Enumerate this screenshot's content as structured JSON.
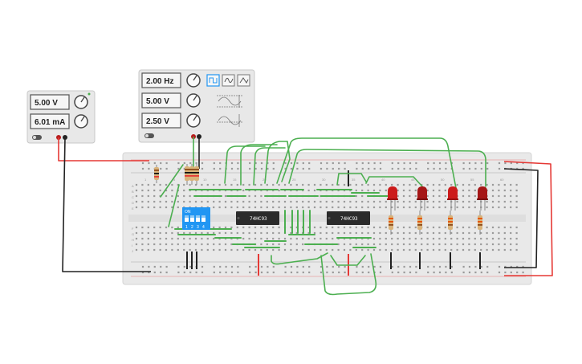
{
  "power_supply": {
    "voltage": "5.00 V",
    "current": "6.01 mA"
  },
  "function_generator": {
    "frequency": "2.00 Hz",
    "amplitude": "5.00 V",
    "offset": "2.50 V"
  },
  "dip_switch": {
    "on_label": "ON",
    "numbers": [
      "1",
      "2",
      "3",
      "4"
    ]
  },
  "chips": [
    {
      "label": "74HC93"
    },
    {
      "label": "74HC93"
    }
  ],
  "breadboard": {
    "row_labels_top": [
      "A",
      "B",
      "C",
      "D",
      "E"
    ],
    "row_labels_bottom": [
      "F",
      "G",
      "H",
      "I",
      "J"
    ],
    "column_numbers": [
      "1",
      "5",
      "10",
      "15",
      "20",
      "25",
      "30",
      "35",
      "40",
      "45",
      "50",
      "55",
      "60"
    ]
  },
  "colors": {
    "wire_green": "#4caf50",
    "wire_red": "#e53935",
    "wire_black": "#222222",
    "breadboard": "#e9e9e9",
    "chip": "#2b2b2b",
    "dip": "#2196f3",
    "led_red": "#cc1b1b"
  }
}
